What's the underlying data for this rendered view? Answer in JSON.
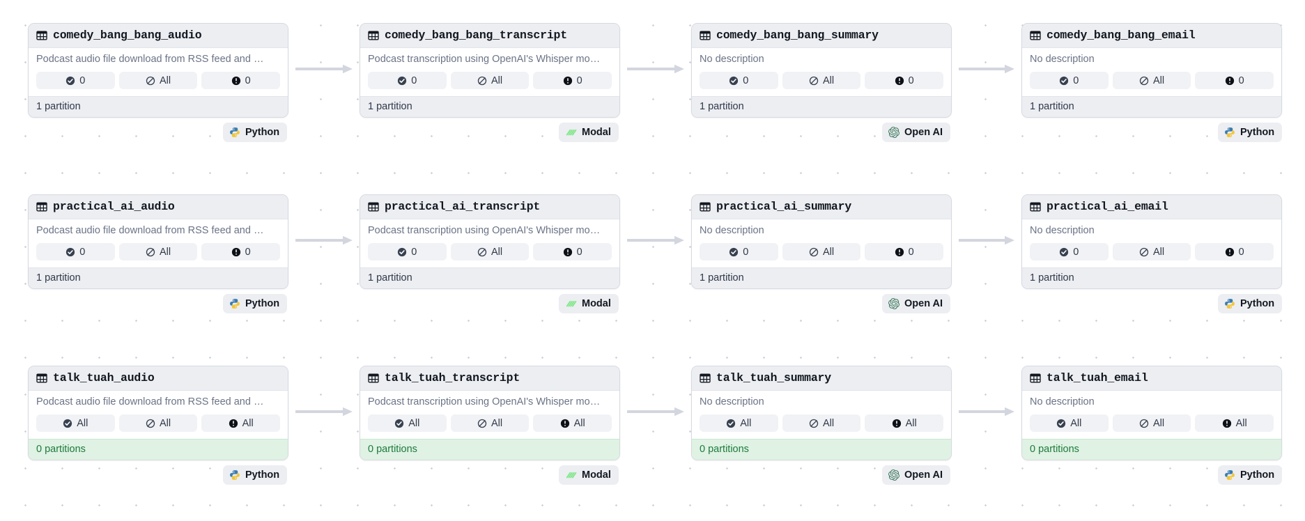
{
  "graph": {
    "icons": {
      "asset": "table-icon",
      "materialized": "check-circle-icon",
      "freshness": "no-policy-icon",
      "checks": "exclamation-circle-icon",
      "edge": "arrow-right-icon"
    },
    "colors": {
      "card_border": "#d6d9e0",
      "header_bg": "#eceef2",
      "chip_bg": "#f1f2f5",
      "empty_footer_bg": "#dff2e3",
      "empty_footer_text": "#1d7a3d",
      "arrow": "#d3d6de",
      "dot_grid": "#d0d3da",
      "python_blue": "#3a7cb0",
      "python_yellow": "#f2c63a",
      "modal_green": "#7ee787",
      "openai_green": "#3f7a5e"
    },
    "descriptions": {
      "audio": "Podcast audio file download from RSS feed and …",
      "transcript": "Podcast transcription using OpenAI's Whisper mo…",
      "none": "No description"
    },
    "rows": [
      {
        "id": "comedy-bang-bang",
        "nodes": [
          {
            "name": "comedy_bang_bang_audio",
            "description": "Podcast audio file download from RSS feed and …",
            "materialized": "0",
            "freshness": "All",
            "checks": "0",
            "partitions": "1 partition",
            "empty": false,
            "tech": "Python"
          },
          {
            "name": "comedy_bang_bang_transcript",
            "description": "Podcast transcription using OpenAI's Whisper mo…",
            "materialized": "0",
            "freshness": "All",
            "checks": "0",
            "partitions": "1 partition",
            "empty": false,
            "tech": "Modal"
          },
          {
            "name": "comedy_bang_bang_summary",
            "description": "No description",
            "materialized": "0",
            "freshness": "All",
            "checks": "0",
            "partitions": "1 partition",
            "empty": false,
            "tech": "Open AI"
          },
          {
            "name": "comedy_bang_bang_email",
            "description": "No description",
            "materialized": "0",
            "freshness": "All",
            "checks": "0",
            "partitions": "1 partition",
            "empty": false,
            "tech": "Python"
          }
        ]
      },
      {
        "id": "practical-ai",
        "nodes": [
          {
            "name": "practical_ai_audio",
            "description": "Podcast audio file download from RSS feed and …",
            "materialized": "0",
            "freshness": "All",
            "checks": "0",
            "partitions": "1 partition",
            "empty": false,
            "tech": "Python"
          },
          {
            "name": "practical_ai_transcript",
            "description": "Podcast transcription using OpenAI's Whisper mo…",
            "materialized": "0",
            "freshness": "All",
            "checks": "0",
            "partitions": "1 partition",
            "empty": false,
            "tech": "Modal"
          },
          {
            "name": "practical_ai_summary",
            "description": "No description",
            "materialized": "0",
            "freshness": "All",
            "checks": "0",
            "partitions": "1 partition",
            "empty": false,
            "tech": "Open AI"
          },
          {
            "name": "practical_ai_email",
            "description": "No description",
            "materialized": "0",
            "freshness": "All",
            "checks": "0",
            "partitions": "1 partition",
            "empty": false,
            "tech": "Python"
          }
        ]
      },
      {
        "id": "talk-tuah",
        "nodes": [
          {
            "name": "talk_tuah_audio",
            "description": "Podcast audio file download from RSS feed and …",
            "materialized": "All",
            "freshness": "All",
            "checks": "All",
            "partitions": "0 partitions",
            "empty": true,
            "tech": "Python"
          },
          {
            "name": "talk_tuah_transcript",
            "description": "Podcast transcription using OpenAI's Whisper mo…",
            "materialized": "All",
            "freshness": "All",
            "checks": "All",
            "partitions": "0 partitions",
            "empty": true,
            "tech": "Modal"
          },
          {
            "name": "talk_tuah_summary",
            "description": "No description",
            "materialized": "All",
            "freshness": "All",
            "checks": "All",
            "partitions": "0 partitions",
            "empty": true,
            "tech": "Open AI"
          },
          {
            "name": "talk_tuah_email",
            "description": "No description",
            "materialized": "All",
            "freshness": "All",
            "checks": "All",
            "partitions": "0 partitions",
            "empty": true,
            "tech": "Python"
          }
        ]
      }
    ]
  }
}
